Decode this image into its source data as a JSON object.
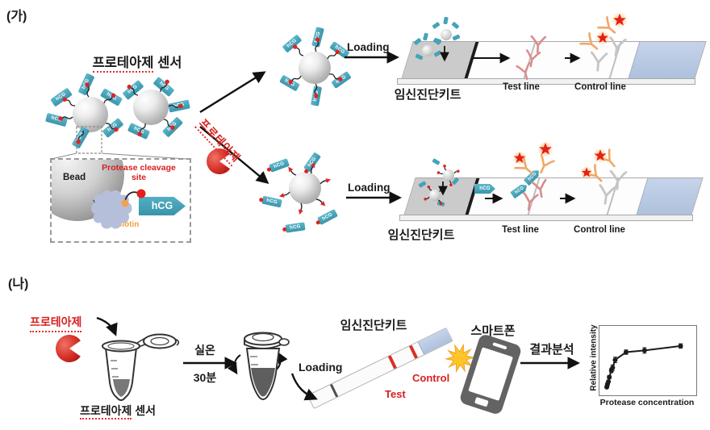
{
  "shared": {
    "hcg_label": "hCG"
  },
  "panel_ga": {
    "panel_label": "(가)",
    "sensor_title_main": "프로테아제",
    "sensor_title_rest": "센서",
    "protease_arrow_label": "프로테아제",
    "inset": {
      "bead_label": "Bead",
      "cleavage_label": "Protease cleavage site",
      "biotin_label": "Biotin"
    },
    "branch_top": {
      "loading_label": "Loading",
      "kit_label": "임신진단키트",
      "test_line_label": "Test line",
      "control_line_label": "Control line"
    },
    "branch_bottom": {
      "loading_label": "Loading",
      "kit_label": "임신진단키트",
      "test_line_label": "Test line",
      "control_line_label": "Control line"
    }
  },
  "panel_na": {
    "panel_label": "(나)",
    "protease_label": "프로테아제",
    "sensor_label_main": "프로테아제",
    "sensor_label_rest": "센서",
    "incubation_temp": "실온",
    "incubation_time": "30분",
    "loading_label": "Loading",
    "kit_label": "임신진단키트",
    "test_label": "Test",
    "control_label": "Control",
    "smartphone_label": "스마트폰",
    "analysis_label": "결과분석"
  },
  "chart_data": {
    "type": "line",
    "title": "",
    "xlabel": "Protease concentration",
    "ylabel": "Relative intensity",
    "x_ticks_visible": false,
    "y_ticks_visible": false,
    "x_range_norm": [
      0,
      1
    ],
    "y_range_norm": [
      0,
      1
    ],
    "points": [
      {
        "x": 0.01,
        "y": 0.03,
        "err": 0
      },
      {
        "x": 0.015,
        "y": 0.06,
        "err": 0
      },
      {
        "x": 0.02,
        "y": 0.09,
        "err": 0
      },
      {
        "x": 0.03,
        "y": 0.13,
        "err": 0
      },
      {
        "x": 0.04,
        "y": 0.21,
        "err": 0.03
      },
      {
        "x": 0.065,
        "y": 0.33,
        "err": 0.04
      },
      {
        "x": 0.08,
        "y": 0.38,
        "err": 0.05
      },
      {
        "x": 0.11,
        "y": 0.52,
        "err": 0.05
      },
      {
        "x": 0.24,
        "y": 0.66,
        "err": 0.04
      },
      {
        "x": 0.46,
        "y": 0.69,
        "err": 0.05
      },
      {
        "x": 0.89,
        "y": 0.77,
        "err": 0.04
      }
    ]
  },
  "colors": {
    "accent_red": "#e02020",
    "tag_teal": "#3f9fb5",
    "biotin_orange": "#f5a04a",
    "antibody_pink": "#d98c8c",
    "antibody_orange": "#f0a868",
    "antibody_gray": "#c6c6c6",
    "pad_blue": "#b9c9e2",
    "star_red": "#e41f1f",
    "flash_yellow": "#ffc62b"
  }
}
